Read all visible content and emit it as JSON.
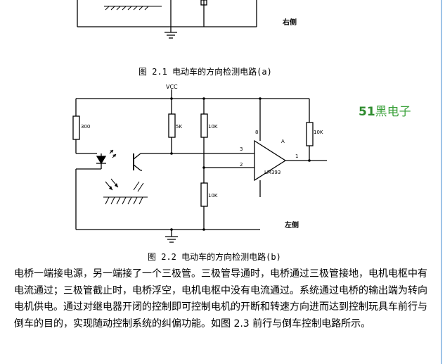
{
  "figure_a": {
    "side_label": "右侧",
    "caption": "图 2.1 电动车的方向检测电路(a)"
  },
  "figure_b": {
    "vcc_label": "VCC",
    "r1_label": "300",
    "r2_label": "5K",
    "r3_label": "10K",
    "r4_label": "10K",
    "r5_label": "10K",
    "pin8_label": "8",
    "pin3_label": "3",
    "pin2_label": "2",
    "pinA_label": "A",
    "pin1_label": "1",
    "opamp_label": "LM393",
    "side_label": "左侧",
    "caption": "图 2.2 电动车的方向检测电路(b)"
  },
  "watermark": {
    "number": "51",
    "text": "黑电子",
    "number_color": "#2e8b2e",
    "text_color": "#3aa13a"
  },
  "body": {
    "paragraph": "电桥一端接电源，另一端接了一个三极管。三极管导通时，电桥通过三极管接地，电机电枢中有电流通过；三极管截止时，电桥浮空，电机电枢中没有电流通过。系统通过电桥的输出端为转向电机供电。通过对继电器开闭的控制即可控制电机的开断和转速方向进而达到控制玩具车前行与倒车的目的，实现随动控制系统的纠偏功能。如图 2.3 前行与倒车控制电路所示。"
  }
}
